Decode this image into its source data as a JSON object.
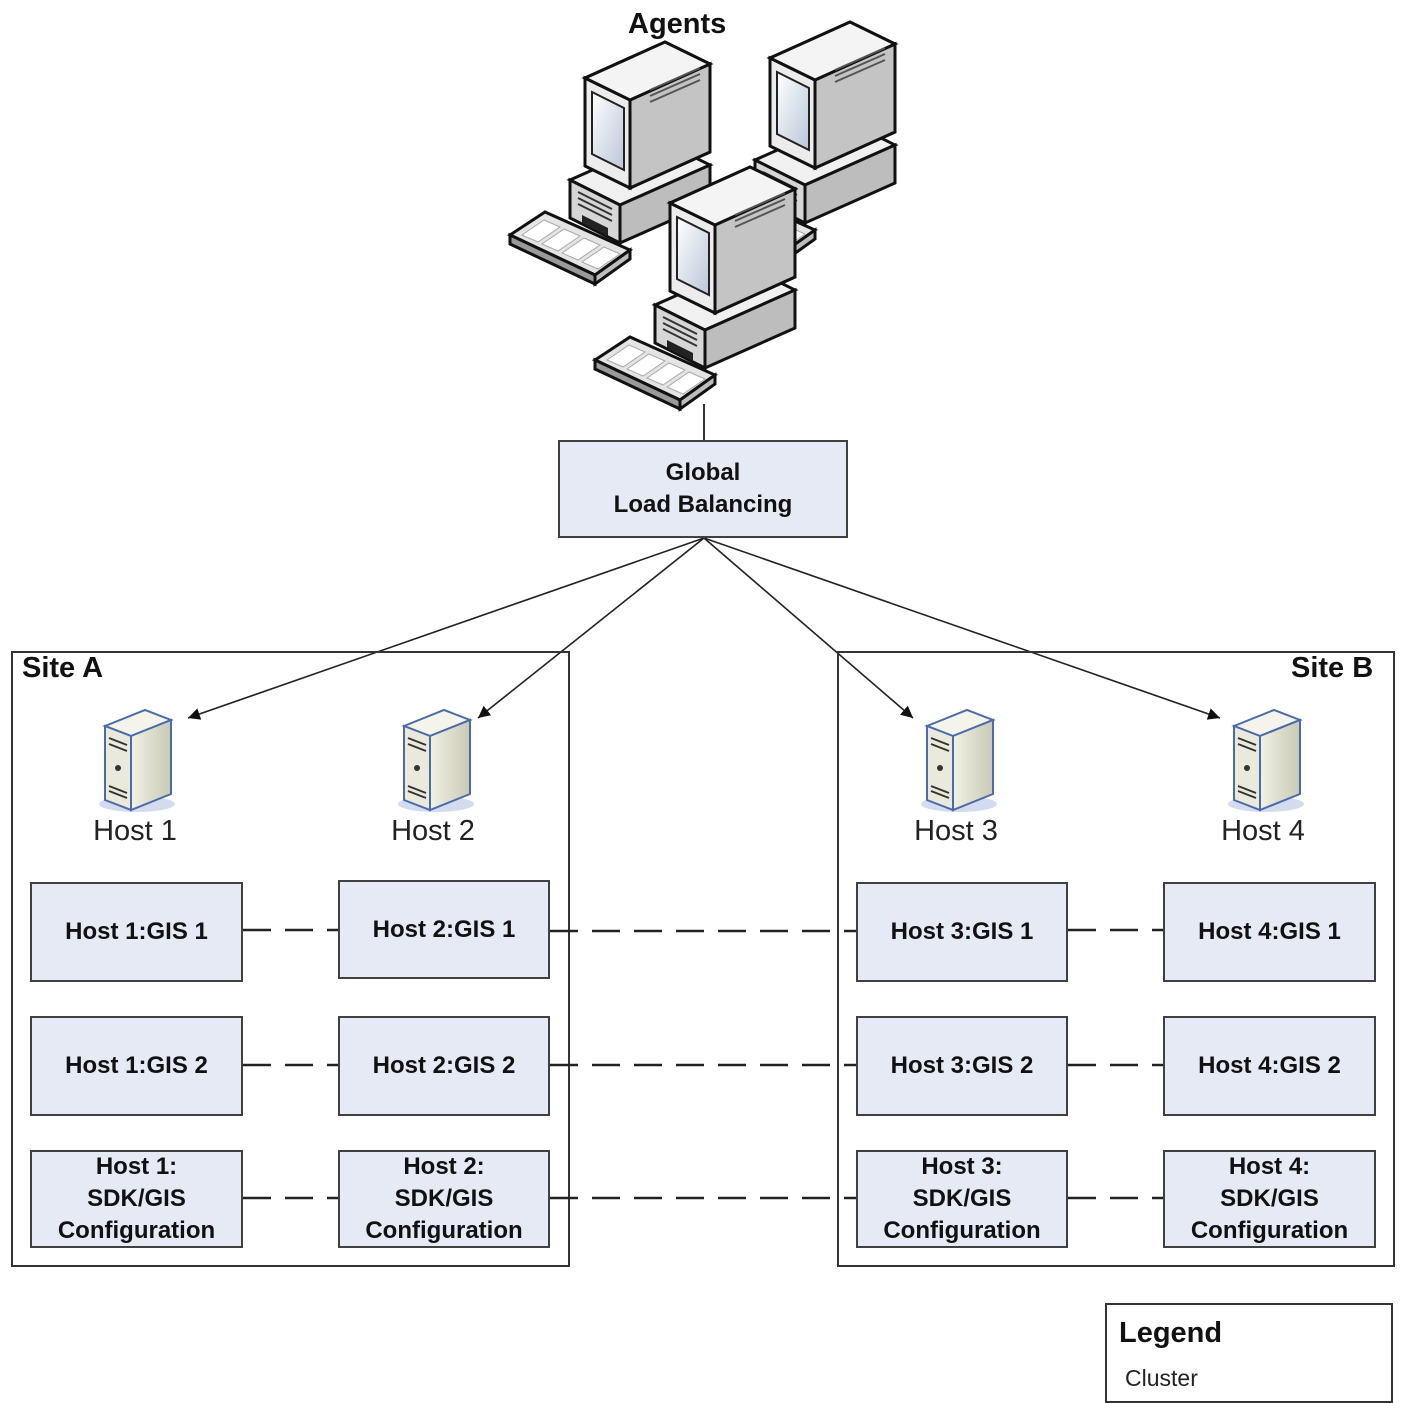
{
  "agents": {
    "label": "Agents"
  },
  "load_balancer": {
    "line1": "Global",
    "line2": "Load Balancing"
  },
  "sites": [
    {
      "name": "Site A"
    },
    {
      "name": "Site B"
    }
  ],
  "hosts": [
    {
      "label": "Host 1",
      "gis1": "Host 1:GIS 1",
      "gis2": "Host 1:GIS 2",
      "cfg": [
        "Host 1:",
        "SDK/GIS",
        "Configuration"
      ]
    },
    {
      "label": "Host 2",
      "gis1": "Host 2:GIS 1",
      "gis2": "Host 2:GIS 2",
      "cfg": [
        "Host 2:",
        "SDK/GIS",
        "Configuration"
      ]
    },
    {
      "label": "Host 3",
      "gis1": "Host 3:GIS 1",
      "gis2": "Host 3:GIS 2",
      "cfg": [
        "Host 3:",
        "SDK/GIS",
        "Configuration"
      ]
    },
    {
      "label": "Host 4",
      "gis1": "Host 4:GIS 1",
      "gis2": "Host 4:GIS 2",
      "cfg": [
        "Host 4:",
        "SDK/GIS",
        "Configuration"
      ]
    }
  ],
  "legend": {
    "title": "Legend",
    "cluster_label": "Cluster"
  }
}
